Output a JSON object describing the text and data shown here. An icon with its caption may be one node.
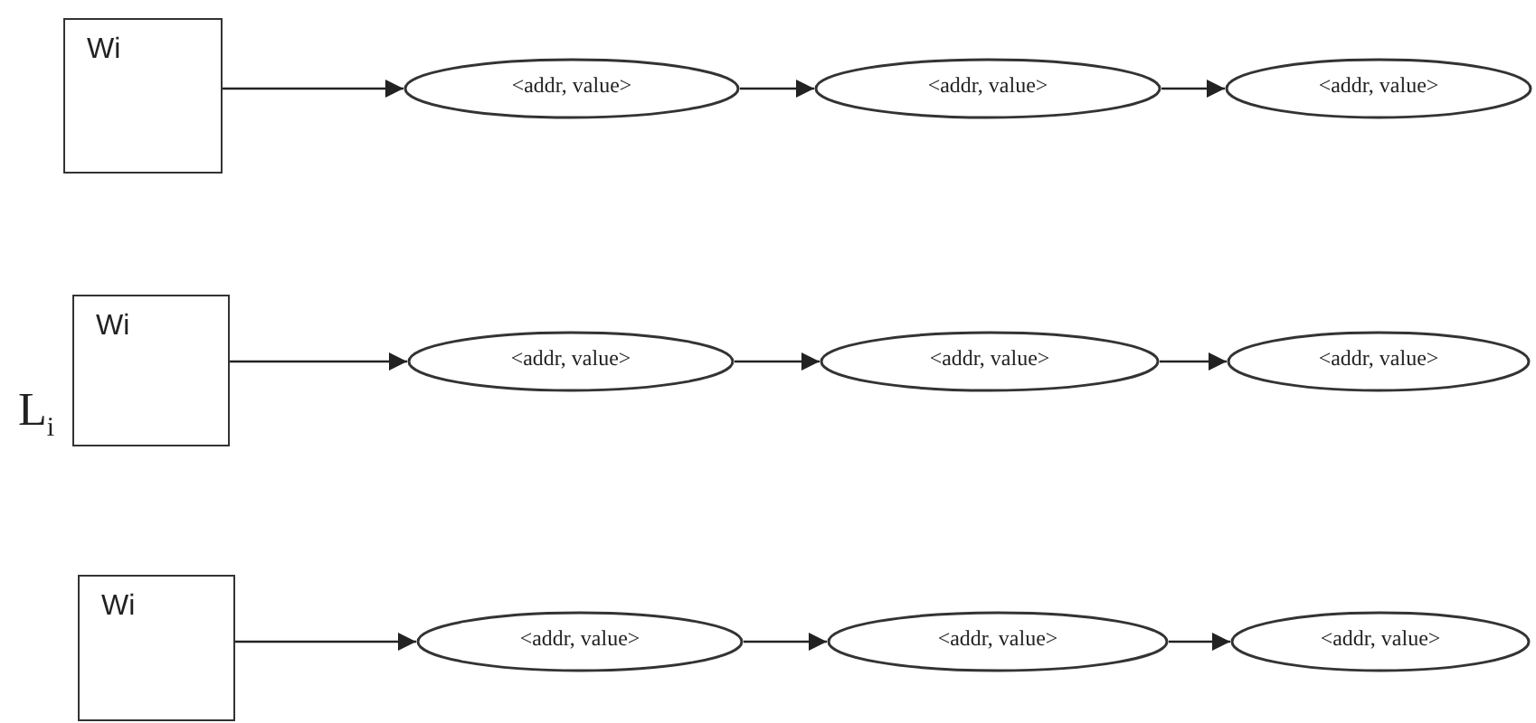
{
  "diagram": {
    "nodes": [
      {
        "text": [
          "Wi"
        ]
      },
      {
        "text": [
          "<addr, value>"
        ]
      },
      {
        "text": [
          "<addr, value>"
        ]
      },
      {
        "text": [
          "<addr, value>"
        ]
      },
      {
        "text": [
          "Wi"
        ]
      },
      {
        "text": [
          "<addr, value>"
        ]
      },
      {
        "text": [
          "<addr, value>"
        ]
      },
      {
        "text": [
          "<addr, value>"
        ]
      },
      {
        "text": [
          "Wi"
        ]
      },
      {
        "text": [
          "<addr, value>"
        ]
      },
      {
        "text": [
          "<addr, value>"
        ]
      },
      {
        "text": [
          "<addr, value>"
        ]
      }
    ],
    "edges": [
      {
        "from": 0,
        "to": 1,
        "arrow": "to"
      },
      {
        "from": 1,
        "to": 2,
        "arrow": "to"
      },
      {
        "from": 2,
        "to": 3,
        "arrow": "to"
      },
      {
        "from": 4,
        "to": 5,
        "arrow": "to"
      },
      {
        "from": 5,
        "to": 6,
        "arrow": "to"
      },
      {
        "from": 6,
        "to": 7,
        "arrow": "to"
      },
      {
        "from": 8,
        "to": 9,
        "arrow": "to"
      },
      {
        "from": 9,
        "to": 10,
        "arrow": "to"
      },
      {
        "from": 10,
        "to": 11,
        "arrow": "to"
      }
    ],
    "labels": [
      "L$_{i}$"
    ]
  }
}
